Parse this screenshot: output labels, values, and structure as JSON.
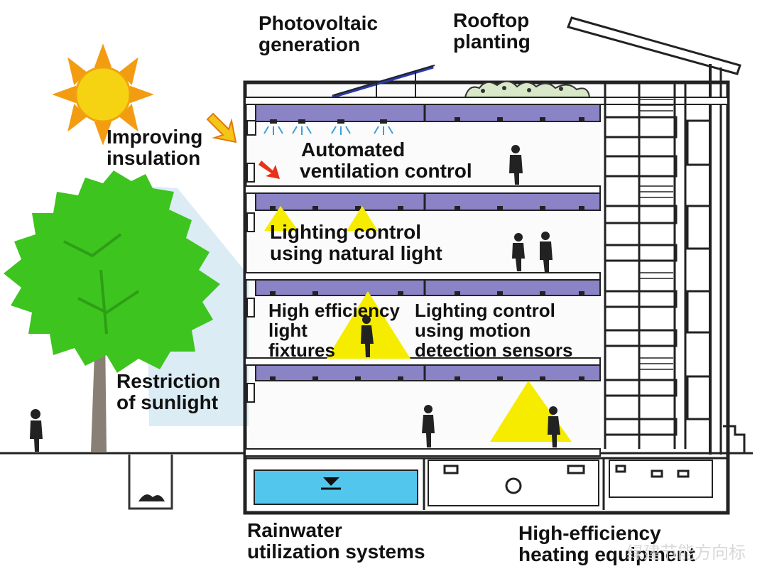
{
  "labels": {
    "photovoltaic": [
      "Photovoltaic",
      "generation"
    ],
    "rooftop": [
      "Rooftop",
      "planting"
    ],
    "insulation": [
      "Improving",
      "insulation"
    ],
    "ventilation": [
      "Automated",
      "ventilation control"
    ],
    "natural_light": [
      "Lighting control",
      "using natural light"
    ],
    "fixtures": [
      "High efficiency",
      "light",
      "fixtures"
    ],
    "motion": [
      "Lighting control",
      "using motion",
      "detection sensors"
    ],
    "sunlight": [
      "Restriction",
      "of sunlight"
    ],
    "rainwater": [
      "Rainwater",
      "utilization systems"
    ],
    "heating": [
      "High-efficiency",
      "heating equipment"
    ]
  },
  "watermark": "绿建节能方向标",
  "colors": {
    "sun": "#f5d313",
    "sun_ray": "#f39c12",
    "tree": "#3ec41e",
    "trunk": "#8a7f74",
    "light_cone": "#f5ec00",
    "ceiling_band": "#8a84c6",
    "water": "#52c6ec",
    "ink": "#111111"
  },
  "icons": [
    "sun-icon",
    "tree-icon",
    "solar-panel-icon",
    "roof-plants-icon",
    "heat-arrow-icon",
    "ventilation-arrow-icon",
    "person-icon",
    "water-level-icon"
  ]
}
